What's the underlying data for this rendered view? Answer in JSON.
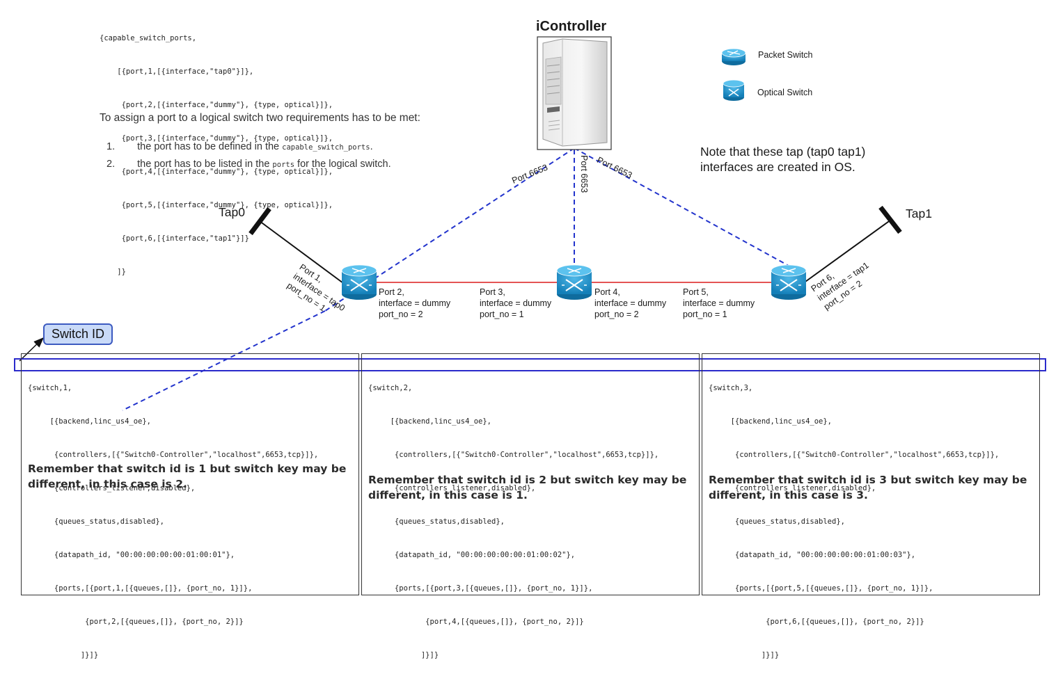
{
  "capable_ports_code": [
    "{capable_switch_ports,",
    "    [{port,1,[{interface,\"tap0\"}]},",
    "     {port,2,[{interface,\"dummy\"}, {type, optical}]},",
    "     {port,3,[{interface,\"dummy\"}, {type, optical}]},",
    "     {port,4,[{interface,\"dummy\"}, {type, optical}]},",
    "     {port,5,[{interface,\"dummy\"}, {type, optical}]},",
    "     {port,6,[{interface,\"tap1\"}]}",
    "    ]}"
  ],
  "intro_text": "To assign a port to a logical switch two requirements has to be met:",
  "requirements": [
    {
      "num": "1.",
      "before": "the port has to be defined in the ",
      "code": "capable_switch_ports",
      "after": "."
    },
    {
      "num": "2.",
      "before": "the port has to be listed in the ",
      "code": "ports",
      "after": " for the logical switch."
    }
  ],
  "controller": {
    "title": "iController"
  },
  "legend": {
    "packet_switch": "Packet Switch",
    "optical_switch": "Optical Switch"
  },
  "note": [
    "Note that these tap (tap0 tap1)",
    "interfaces are created in OS."
  ],
  "controller_links": {
    "left": "Port 6653",
    "middle": "Port 6653",
    "right": "Port 6653"
  },
  "taps": {
    "left": "Tap0",
    "right": "Tap1"
  },
  "port_labels": {
    "port1": [
      "Port 1,",
      "interface = tap0",
      "port_no = 1"
    ],
    "port2": [
      "Port 2,",
      "interface = dummy",
      "port_no = 2"
    ],
    "port3": [
      "Port 3,",
      "interface = dummy",
      "port_no = 1"
    ],
    "port4": [
      "Port 4,",
      "interface = dummy",
      "port_no = 2"
    ],
    "port5": [
      "Port 5,",
      "interface = dummy",
      "port_no = 1"
    ],
    "port6": [
      "Port 6,",
      "interface = tap1",
      "port_no = 2"
    ]
  },
  "switch_id_label": "Switch ID",
  "panels": [
    {
      "code": [
        "{switch,1,",
        "     [{backend,linc_us4_oe},",
        "      {controllers,[{\"Switch0-Controller\",\"localhost\",6653,tcp}]},",
        "      {controllers_listener,disabled},",
        "      {queues_status,disabled},",
        "      {datapath_id, \"00:00:00:00:00:01:00:01\"},",
        "      {ports,[{port,1,[{queues,[]}, {port_no, 1}]},",
        "             {port,2,[{queues,[]}, {port_no, 2}]}",
        "            ]}]}"
      ],
      "remember": "Remember that switch id is 1 but switch key may be different, in this case is 2."
    },
    {
      "code": [
        "{switch,2,",
        "     [{backend,linc_us4_oe},",
        "      {controllers,[{\"Switch0-Controller\",\"localhost\",6653,tcp}]},",
        "      {controllers_listener,disabled},",
        "      {queues_status,disabled},",
        "      {datapath_id, \"00:00:00:00:00:01:00:02\"},",
        "      {ports,[{port,3,[{queues,[]}, {port_no, 1}]},",
        "             {port,4,[{queues,[]}, {port_no, 2}]}",
        "            ]}]}"
      ],
      "remember": "Remember that switch id is 2 but switch key may be different, in this case is 1."
    },
    {
      "code": [
        "{switch,3,",
        "     [{backend,linc_us4_oe},",
        "      {controllers,[{\"Switch0-Controller\",\"localhost\",6653,tcp}]},",
        "      {controllers_listener,disabled},",
        "      {queues_status,disabled},",
        "      {datapath_id, \"00:00:00:00:00:01:00:03\"},",
        "      {ports,[{port,5,[{queues,[]}, {port_no, 1}]},",
        "             {port,6,[{queues,[]}, {port_no, 2}]}",
        "            ]}]}"
      ],
      "remember": "Remember that switch id is 3 but switch key may be different, in this case is 3."
    }
  ],
  "colors": {
    "switch_fill": "#1d95cf",
    "link_red": "#e03c3c",
    "dashed_blue": "#2233cc",
    "highlight_box": "#2a2acb"
  }
}
